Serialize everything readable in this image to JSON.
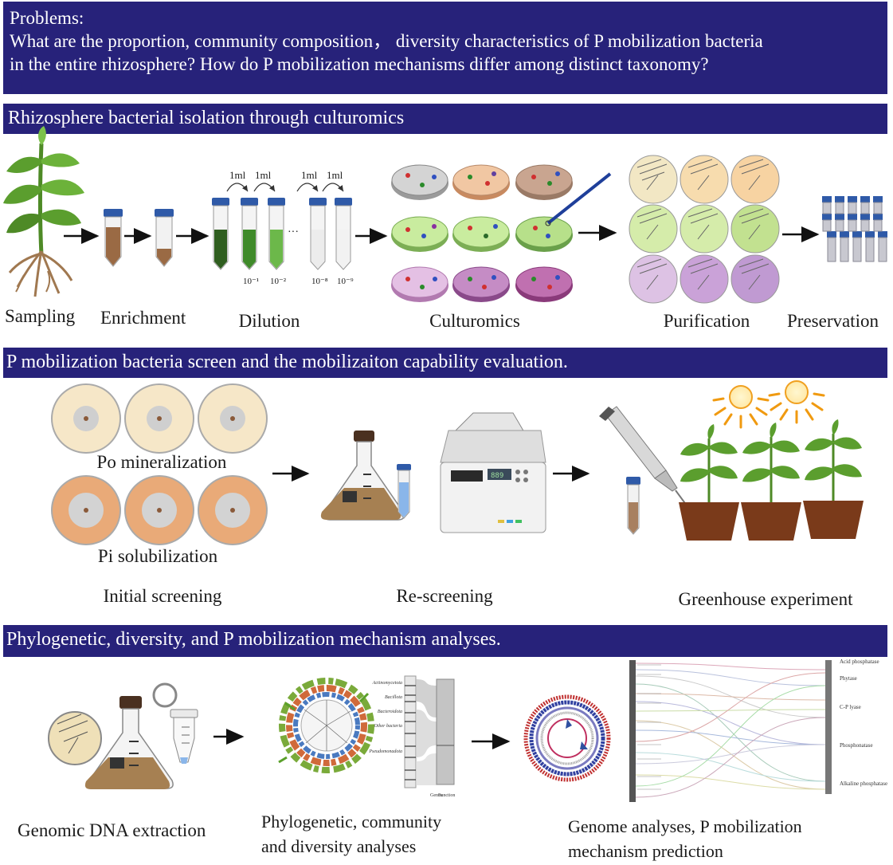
{
  "problems": {
    "title": "Problems:",
    "line1": "What are the proportion, community composition， diversity characteristics of P mobilization bacteria",
    "line2": "in the entire rhizosphere?  How do P mobilization mechanisms differ among distinct taxonomy?"
  },
  "section1": {
    "banner": "Rhizosphere bacterial isolation through culturomics",
    "steps": [
      "Sampling",
      "Enrichment",
      "Dilution",
      "Culturomics",
      "Purification",
      "Preservation"
    ],
    "transfer_labels": [
      "1ml",
      "1ml",
      "1ml",
      "1ml"
    ],
    "dilution_labels": [
      "10⁻¹",
      "10⁻²",
      "10⁻⁸",
      "10⁻⁹"
    ],
    "ellipsis": "···"
  },
  "section2": {
    "banner": "P mobilization bacteria screen and the mobilizaiton capability evaluation.",
    "po_label": "Po mineralization",
    "pi_label": "Pi solubilization",
    "steps": [
      "Initial screening",
      "Re-screening",
      "Greenhouse experiment"
    ]
  },
  "section3": {
    "banner": "Phylogenetic, diversity, and P mobilization mechanism analyses.",
    "steps": [
      "Genomic DNA extraction",
      [
        "Phylogenetic, community",
        "and diversity analyses"
      ],
      [
        "Genome analyses, P mobilization",
        "mechanism prediction"
      ]
    ],
    "sankey_mid_labels": [
      "Actinomycetota",
      "Bacillota",
      "Bacteroidota",
      "Other bacteria",
      "Pseudomonadota"
    ],
    "sankey_axis_labels": [
      "Genus",
      "Function"
    ],
    "gene_groups": [
      "Acid phosphatase",
      "Phytase",
      "C-P lyase",
      "Phosphonatase",
      "Alkaline phosphatase"
    ]
  },
  "colors": {
    "banner": "#27227a",
    "arrow": "#111111",
    "plate_rows": [
      "#cfcfcf",
      "#b6e08f",
      "#d8a7d8"
    ],
    "soil": "#8a5a3a",
    "leaf": "#5b9e2e"
  },
  "icons": [
    "plant-icon",
    "tube-icon",
    "petri-dish-icon",
    "flask-icon",
    "centrifuge-icon",
    "pipette-icon",
    "lamp-icon",
    "pot-plant-icon",
    "circos-icon",
    "sankey-icon"
  ]
}
